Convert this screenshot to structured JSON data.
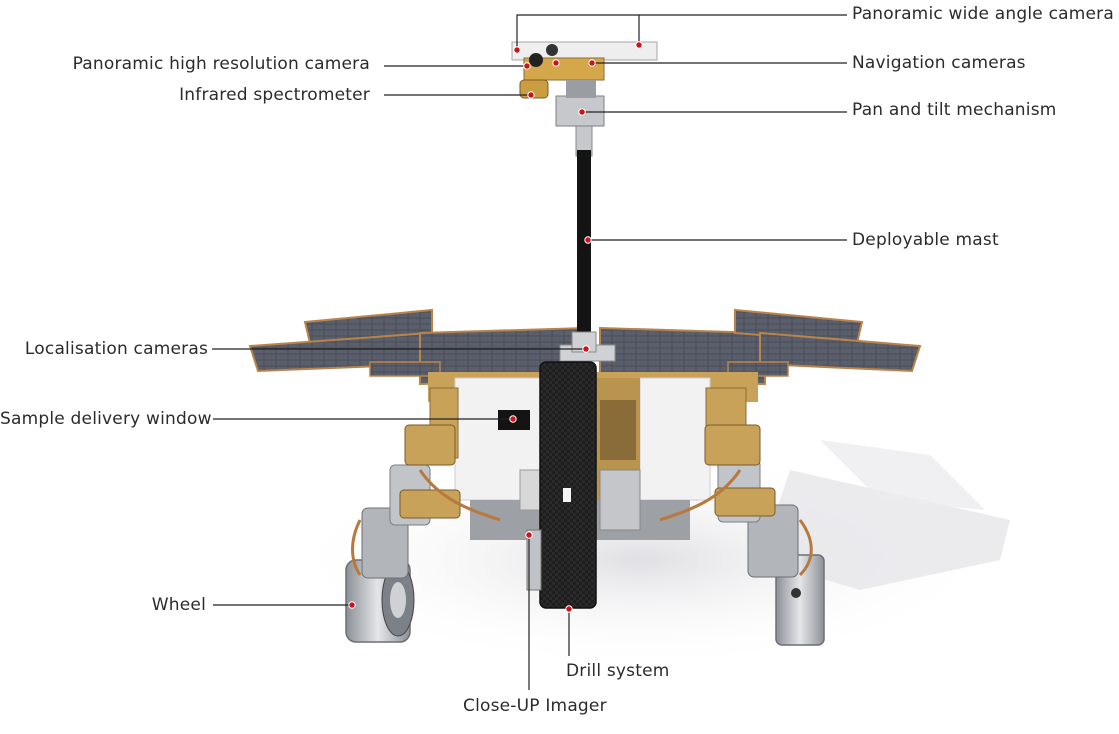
{
  "diagram": {
    "subject": "rover",
    "labels": {
      "panoramic_wide_angle_camera": "Panoramic wide angle camera",
      "panoramic_high_resolution_camera": "Panoramic high resolution camera",
      "navigation_cameras": "Navigation cameras",
      "infrared_spectrometer": "Infrared spectrometer",
      "pan_and_tilt_mechanism": "Pan and tilt mechanism",
      "deployable_mast": "Deployable mast",
      "localisation_cameras": "Localisation cameras",
      "sample_delivery_window": "Sample delivery window",
      "wheel": "Wheel",
      "drill_system": "Drill system",
      "close_up_imager": "Close-UP Imager"
    },
    "colors": {
      "leader_line": "#222222",
      "marker": "#d0101a",
      "marker_ring": "#ffffff",
      "text": "#2b2b2b",
      "solar_panel": "#4a4e58",
      "panel_frame": "#b8844a",
      "body_white": "#f2f2f2",
      "drill_dark": "#1e1e1e",
      "foil_gold": "#c9a25a",
      "metal": "#b9bcc1",
      "shadow": "#e3e3e6"
    }
  }
}
